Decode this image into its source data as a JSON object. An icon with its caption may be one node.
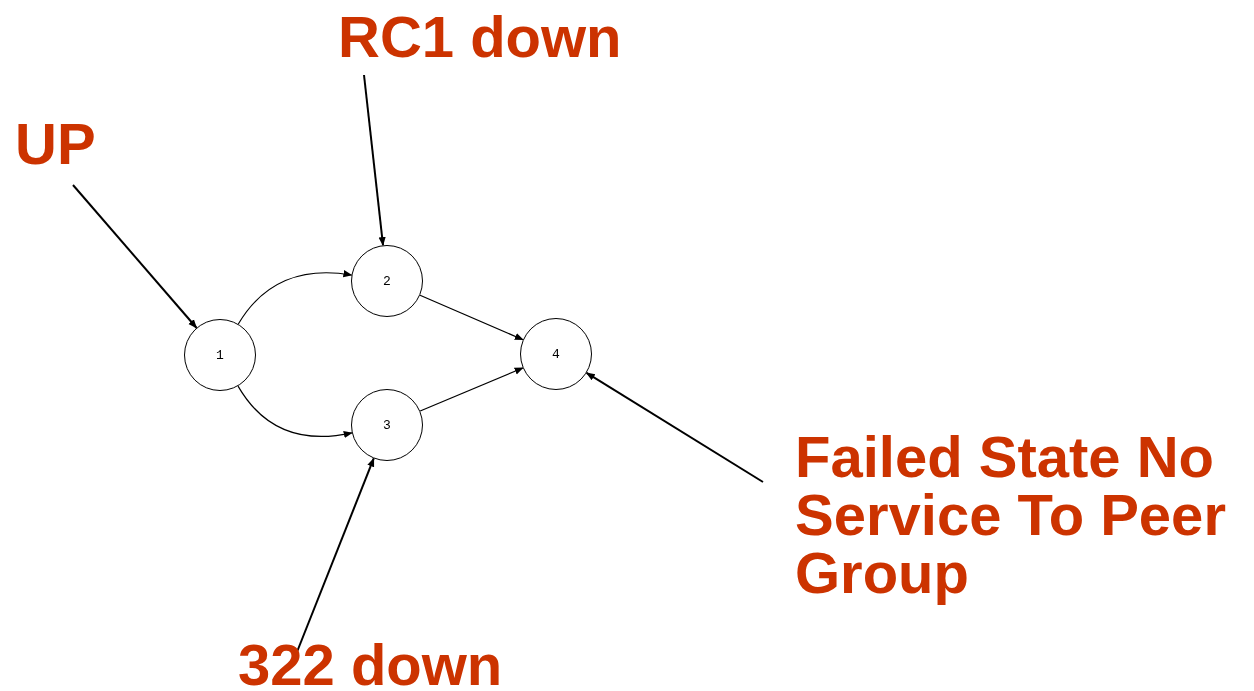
{
  "diagram": {
    "nodes": [
      {
        "text": [
          "RC1 down"
        ]
      },
      {
        "text": [
          "UP"
        ]
      },
      {
        "text": [
          "2"
        ]
      },
      {
        "text": [
          "1"
        ]
      },
      {
        "text": [
          "4"
        ]
      },
      {
        "text": [
          "3"
        ]
      },
      {
        "text": [
          "Failed State No Service To Peer Group"
        ]
      },
      {
        "text": [
          "322 down"
        ]
      }
    ],
    "edges": [
      {
        "from": 1,
        "to": 3,
        "arrow": "to"
      },
      {
        "from": 0,
        "to": 2,
        "arrow": "to"
      },
      {
        "from": 7,
        "to": 5,
        "arrow": "to"
      },
      {
        "from": 6,
        "to": 4,
        "arrow": "to"
      },
      {
        "from": 3,
        "to": 2,
        "arrow": "to"
      },
      {
        "from": 3,
        "to": 5,
        "arrow": "to"
      },
      {
        "from": 2,
        "to": 4,
        "arrow": "to"
      },
      {
        "from": 5,
        "to": 4,
        "arrow": "to"
      }
    ]
  }
}
